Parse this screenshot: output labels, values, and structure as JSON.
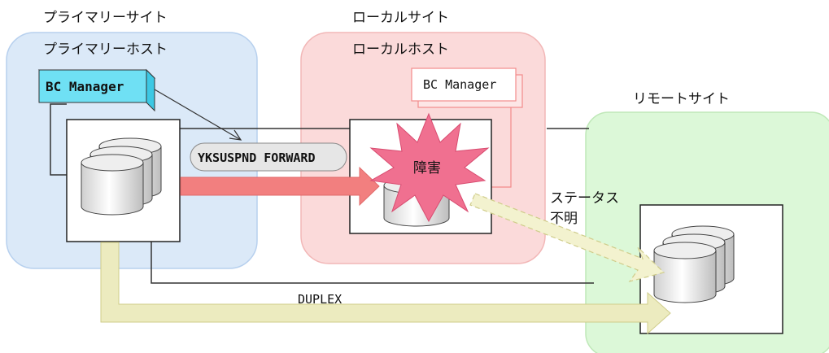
{
  "sites": {
    "primary_site": "プライマリーサイト",
    "primary_host": "プライマリーホスト",
    "local_site": "ローカルサイト",
    "local_host": "ローカルホスト",
    "remote_site": "リモートサイト"
  },
  "labels": {
    "bc_manager_primary": "BC Manager",
    "bc_manager_local": "BC Manager",
    "command": "YKSUSPND FORWARD",
    "failure": "障害",
    "status_unknown_line1": "ステータス",
    "status_unknown_line2": "不明",
    "duplex": "DUPLEX"
  },
  "colors": {
    "primary_site_fill": "#dbe9f8",
    "primary_site_stroke": "#b7d0ee",
    "local_site_fill": "#fbdada",
    "local_site_stroke": "#f2b7b7",
    "remote_site_fill": "#dcf8d8",
    "remote_site_stroke": "#bfe8b8",
    "bc_manager_fill": "#6fe0f4",
    "bc_manager_local_stroke": "#f28a8a",
    "failure_burst": "#f07090",
    "forward_arrow": "#f27f7f",
    "copy_arrow": "#ecebbf"
  }
}
